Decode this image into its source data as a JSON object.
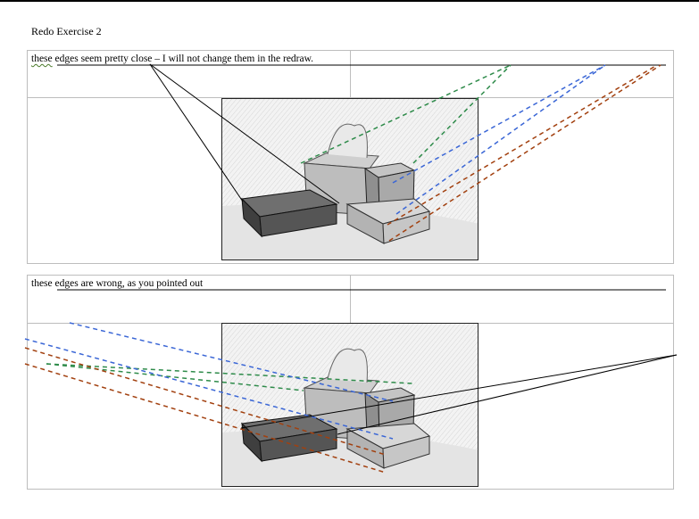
{
  "document": {
    "title": "Redo Exercise 2"
  },
  "panel_1": {
    "note_lead": "these",
    "note_rest": " edges seem pretty close – I will not change them in the redraw."
  },
  "panel_2": {
    "note": "these edges are wrong, as you pointed out"
  },
  "colors": {
    "green_guides": "#2e8b4a",
    "blue_guides": "#3a66d6",
    "orange_guides": "#a2400f",
    "black_guides": "#000000",
    "table_border": "#bdbdbd"
  },
  "icons": {
    "drawing": "pencil-sketch-tissue-box-and-book"
  }
}
